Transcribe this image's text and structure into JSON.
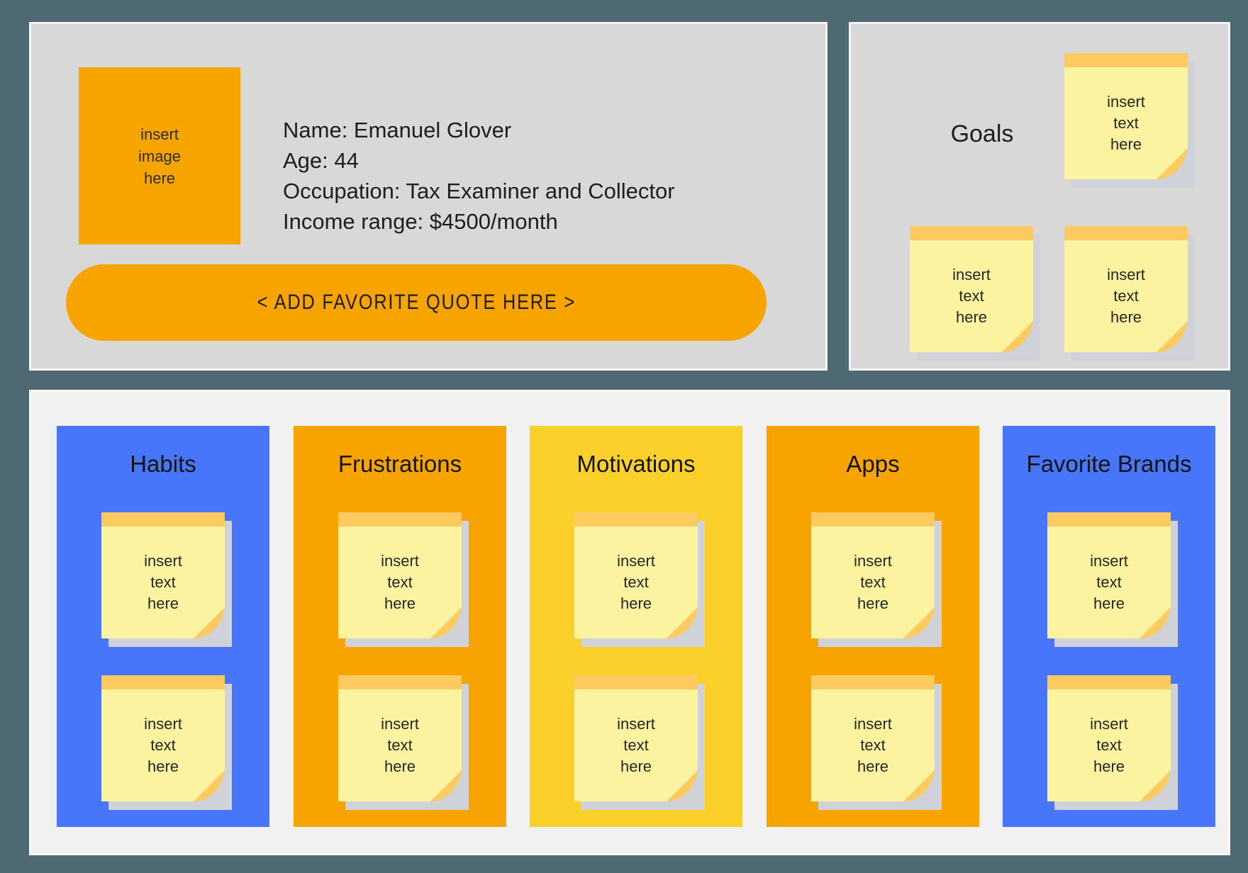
{
  "colors": {
    "background": "#4E6972",
    "panel_gray": "#D8D8D8",
    "board_gray": "#F1F1F1",
    "orange": "#F8A400",
    "blue": "#4776FA",
    "yellow": "#FCD02B",
    "note_body": "#FCF3A1",
    "note_strip": "#FCCA5F",
    "note_shadow": "#CFD2D8"
  },
  "profile": {
    "image_placeholder": {
      "lines": [
        "insert",
        "image",
        "here"
      ]
    },
    "details": {
      "name": "Name: Emanuel Glover",
      "age": "Age: 44",
      "occupation": "Occupation: Tax Examiner and Collector",
      "income": "Income range: $4500/month"
    },
    "quote_button_label": "< ADD FAVORITE QUOTE HERE >"
  },
  "goals": {
    "title": "Goals"
  },
  "board": {
    "columns": [
      {
        "label": "Habits",
        "color_key": "blue"
      },
      {
        "label": "Frustrations",
        "color_key": "orange"
      },
      {
        "label": "Motivations",
        "color_key": "yellow"
      },
      {
        "label": "Apps",
        "color_key": "orange"
      },
      {
        "label": "Favorite Brands",
        "color_key": "blue"
      }
    ]
  },
  "sticky_note": {
    "lines": [
      "insert",
      "text",
      "here"
    ]
  }
}
